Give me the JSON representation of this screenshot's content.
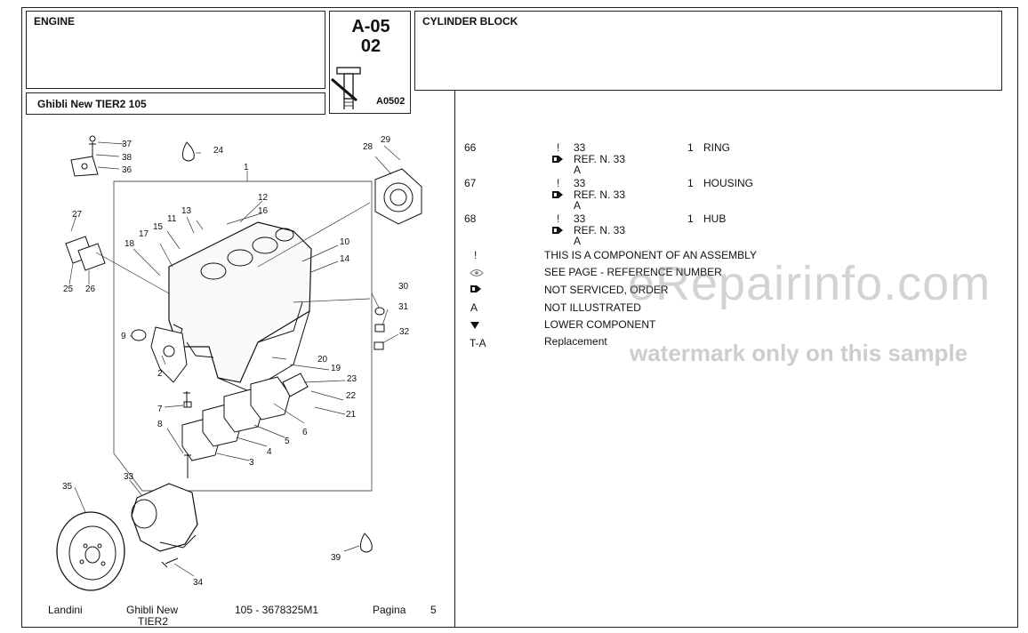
{
  "header": {
    "section": "ENGINE",
    "model": "Ghibli New TIER2 105",
    "code_line1": "A-05",
    "code_line2": "02",
    "ref_code": "A0502",
    "title": "CYLINDER BLOCK"
  },
  "parts": [
    {
      "pos": "66",
      "flag": "!",
      "qty_ref": "33",
      "ref_text": "REF. N. 33",
      "note": "A",
      "qty": "1",
      "desc": "RING"
    },
    {
      "pos": "67",
      "flag": "!",
      "qty_ref": "33",
      "ref_text": "REF. N. 33",
      "note": "A",
      "qty": "1",
      "desc": "HOUSING"
    },
    {
      "pos": "68",
      "flag": "!",
      "qty_ref": "33",
      "ref_text": "REF. N. 33",
      "note": "A",
      "qty": "1",
      "desc": "HUB"
    }
  ],
  "legend": [
    {
      "symbol": "!",
      "text": "THIS IS A COMPONENT OF AN ASSEMBLY"
    },
    {
      "symbol": "eye-icon",
      "text": "SEE PAGE - REFERENCE NUMBER"
    },
    {
      "symbol": "not-serviced-icon",
      "text": "NOT SERVICED, ORDER"
    },
    {
      "symbol": "A",
      "text": "NOT ILLUSTRATED"
    },
    {
      "symbol": "down-triangle-icon",
      "text": "LOWER COMPONENT"
    },
    {
      "symbol": "T-A",
      "text": "Replacement"
    }
  ],
  "diagram_labels": [
    "1",
    "2",
    "3",
    "4",
    "5",
    "6",
    "7",
    "8",
    "9",
    "10",
    "11",
    "12",
    "13",
    "14",
    "15",
    "16",
    "17",
    "18",
    "19",
    "20",
    "21",
    "22",
    "23",
    "24",
    "25",
    "26",
    "27",
    "28",
    "29",
    "30",
    "31",
    "32",
    "33",
    "34",
    "35",
    "36",
    "37",
    "38",
    "39"
  ],
  "footer": {
    "brand": "Landini",
    "model_line1": "Ghibli New",
    "model_line2": "TIER2",
    "doc": "105 - 3678325M1",
    "page_label": "Pagina",
    "page_number": "5"
  },
  "watermark": {
    "main": "eRepairinfo.com",
    "sub": "watermark only on this sample"
  }
}
